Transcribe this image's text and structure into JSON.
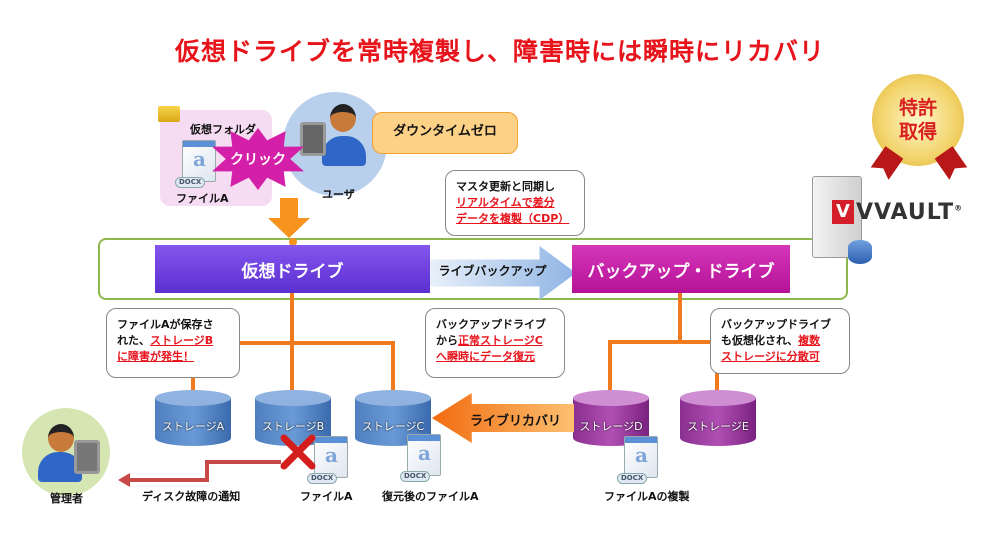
{
  "title": "仮想ドライブを常時複製し、障害時には瞬時にリカバリ",
  "folder": {
    "label": "仮想フォルダ",
    "file": "ファイルA",
    "docx": "DOCX"
  },
  "click": "クリック",
  "user": "ユーザ",
  "downtime": "ダウンタイムゼロ",
  "sync_callout": {
    "line1": "マスタ更新と同期し",
    "line2": "リアルタイムで差分",
    "line3": "データを複製（CDP）"
  },
  "virtual_drive": "仮想ドライブ",
  "live_backup": "ライブバックアップ",
  "backup_drive": "バックアップ・ドライブ",
  "brand": "VVAULT",
  "brand_mark": "V",
  "registered": "®",
  "medal": {
    "line1": "特許",
    "line2": "取得"
  },
  "callout_left": {
    "l1": "ファイルAが保存さ",
    "l2a": "れた、",
    "l2b": "ストレージB",
    "l3": "に障害が発生！"
  },
  "callout_mid": {
    "l1": "バックアップドライブ",
    "l2a": "から",
    "l2b": "正常ストレージC",
    "l3": "へ瞬時にデータ復元"
  },
  "callout_right": {
    "l1": "バックアップドライブ",
    "l2a": "も仮想化され、",
    "l2b": "複数",
    "l3": "ストレージに分散可"
  },
  "storages": [
    "ストレージA",
    "ストレージB",
    "ストレージC",
    "ストレージD",
    "ストレージE"
  ],
  "live_recovery": "ライブリカバリ",
  "file_b": "ファイルA",
  "file_c": "復元後のファイルA",
  "file_d": "ファイルAの複製",
  "notify": "ディスク故障の通知",
  "admin": "管理者",
  "colors": {
    "title": "#e8141c",
    "virtual_drive": "#6b3fe0",
    "backup_drive": "#c81ca8",
    "lines": "#f07a1e",
    "frame": "#8db84e"
  }
}
